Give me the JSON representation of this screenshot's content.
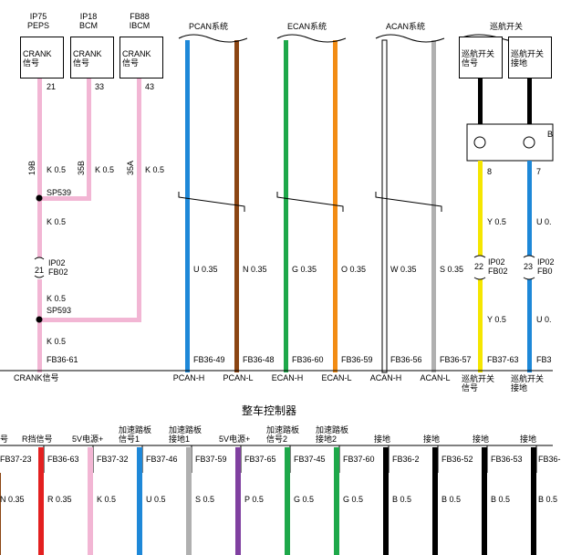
{
  "colors": {
    "pink": "#f2b6d4",
    "blue": "#1e88d8",
    "brown": "#8b4513",
    "green": "#1ea84a",
    "orange": "#f28c14",
    "white": "#ffffff",
    "gray": "#b0b0b0",
    "yellow": "#f5e600",
    "red": "#e32020",
    "purple": "#8040a0",
    "black": "#000000"
  },
  "top_ecus": [
    {
      "name": "IP75",
      "sub": "PEPS",
      "box": "CRANK\n信号",
      "pin": "21"
    },
    {
      "name": "IP18",
      "sub": "BCM",
      "box": "CRANK\n信号",
      "pin": "33"
    },
    {
      "name": "FB88",
      "sub": "IBCM",
      "box": "CRANK\n信号",
      "pin": "43"
    }
  ],
  "crank": {
    "wire_labels": [
      "K 0.5",
      "K 0.5",
      "K 0.5"
    ],
    "branch_ids": [
      "19B",
      "35B",
      "35A"
    ],
    "splice1": "SP539",
    "mid_label": "K 0.5",
    "connector": {
      "pin": "21",
      "a": "IP02",
      "b": "FB02"
    },
    "after_conn_label": "K 0.5",
    "splice2": "SP593",
    "bottom_label": "K 0.5",
    "terminal": "FB36-61",
    "signal": "CRANK信号"
  },
  "bus_groups": [
    {
      "title": "PCAN系统",
      "wires": [
        {
          "label": "U 0.35",
          "terminal": "FB36-49",
          "signal": "PCAN-H"
        },
        {
          "label": "N 0.35",
          "terminal": "FB36-48",
          "signal": "PCAN-L"
        }
      ]
    },
    {
      "title": "ECAN系统",
      "wires": [
        {
          "label": "G 0.35",
          "terminal": "FB36-60",
          "signal": "ECAN-H"
        },
        {
          "label": "O 0.35",
          "terminal": "FB36-59",
          "signal": "ECAN-L"
        }
      ]
    },
    {
      "title": "ACAN系统",
      "wires": [
        {
          "label": "W 0.35",
          "terminal": "FB36-56",
          "signal": "ACAN-H"
        },
        {
          "label": "S 0.35",
          "terminal": "FB36-57",
          "signal": "ACAN-L"
        }
      ]
    }
  ],
  "cruise": {
    "title": "巡航开关",
    "box1": "巡航开关\n信号",
    "box2": "巡航开关\n接地",
    "side_letter": "B",
    "pins": [
      "8",
      "7"
    ],
    "labels1": [
      "Y 0.5",
      "U 0."
    ],
    "connector": {
      "pins": [
        "22",
        "23"
      ],
      "a": "IP02",
      "b": "FB02",
      "b2": "FB0"
    },
    "labels2": [
      "Y 0.5",
      "U 0."
    ],
    "terminals": [
      "FB37-63",
      "FB3"
    ],
    "signals": [
      "巡航开关\n信号",
      "巡航开关\n接地"
    ]
  },
  "controller_title": "整车控制器",
  "bottom_signals": [
    {
      "name": "号",
      "terminal": "FB37-23",
      "label": "N 0.35"
    },
    {
      "name": "R挡信号",
      "terminal": "FB36-63",
      "label": "R 0.35"
    },
    {
      "name": "5V电源+",
      "terminal": "FB37-32",
      "label": "K 0.5"
    },
    {
      "name": "加速踏板\n信号1",
      "terminal": "FB37-46",
      "label": "U 0.5"
    },
    {
      "name": "加速踏板\n接地1",
      "terminal": "FB37-59",
      "label": "S 0.5"
    },
    {
      "name": "5V电源+",
      "terminal": "FB37-65",
      "label": "P 0.5"
    },
    {
      "name": "加速踏板\n信号2",
      "terminal": "FB37-45",
      "label": "G 0.5"
    },
    {
      "name": "加速踏板\n接地2",
      "terminal": "FB37-60",
      "label": "G 0.5"
    },
    {
      "name": "接地",
      "terminal": "FB36-2",
      "label": "B 0.5"
    },
    {
      "name": "接地",
      "terminal": "FB36-52",
      "label": "B 0.5"
    },
    {
      "name": "接地",
      "terminal": "FB36-53",
      "label": "B 0.5"
    },
    {
      "name": "接地",
      "terminal": "FB36-",
      "label": "B 0.5"
    }
  ]
}
